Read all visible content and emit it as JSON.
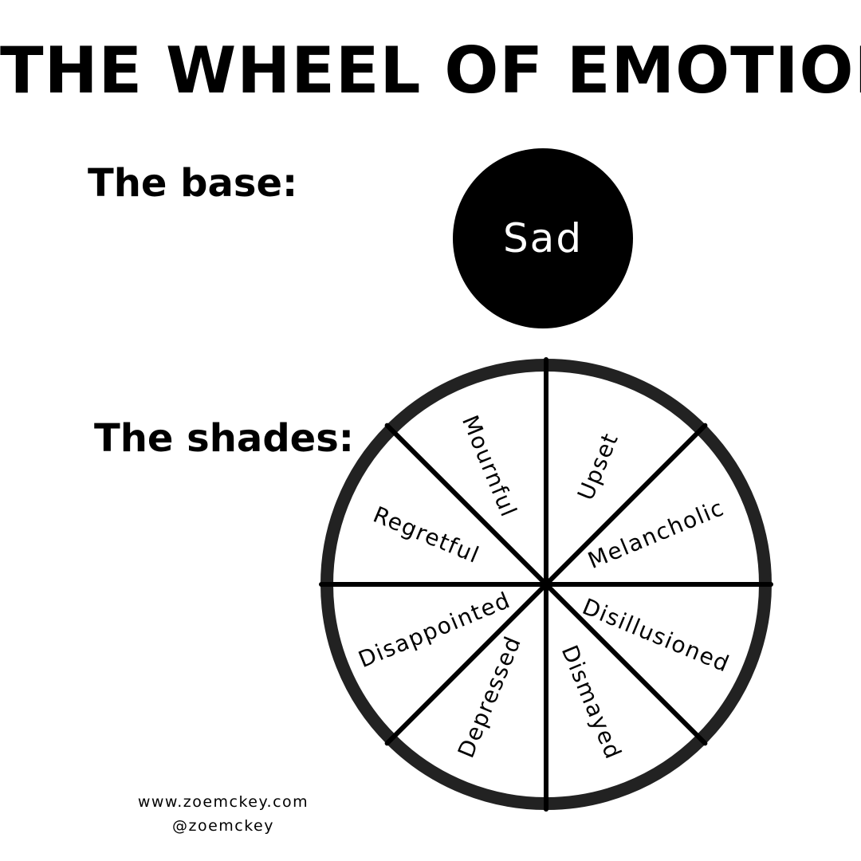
{
  "title": "THE WHEEL OF EMOTIONS",
  "base_label": "The base:",
  "base_emotion": "Sad",
  "shades_label": "The shades:",
  "shades": [
    "Upset",
    "Melancholic",
    "Disillusioned",
    "Dismayed",
    "Depressed",
    "Disappointed",
    "Regretful",
    "Mournful"
  ],
  "footer": {
    "website": "www.zoemckey.com",
    "handle": "@zoemckey"
  },
  "colors": {
    "ink": "#000000",
    "wheel_rim": "#222222",
    "background": "#ffffff"
  }
}
